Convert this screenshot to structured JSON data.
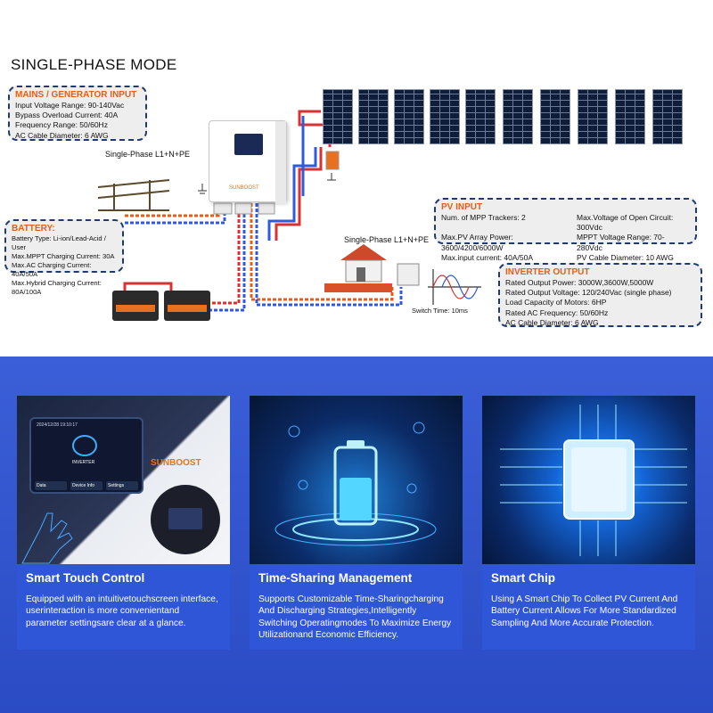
{
  "diagram": {
    "title": "SINGLE-PHASE MODE",
    "mains": {
      "heading": "MAINS / GENERATOR INPUT",
      "lines": [
        "Input Voltage Range: 90-140Vac",
        "Bypass Overload Current: 40A",
        "Frequency Range: 50/60Hz",
        "AC Cable Diameter: 6 AWG"
      ]
    },
    "battery": {
      "heading": "BATTERY:",
      "lines": [
        "Battery Type: Li-ion/Lead-Acid / User",
        "Max.MPPT Charging Current: 30A",
        "Max.AC Charging Current: 40A/50A",
        "Max.Hybrid Charging Current: 80A/100A"
      ]
    },
    "pv": {
      "heading": "PV INPUT",
      "lines": [
        "Num. of MPP Trackers: 2",
        "Max.Voltage of Open Circuit: 300Vdc",
        "Max.PV Array Power: 3600/4200/6000W",
        "MPPT Voltage Range: 70-280Vdc",
        "Max.input current: 40A/50A",
        "PV Cable Diameter: 10 AWG"
      ]
    },
    "inverter_output": {
      "heading": "INVERTER OUTPUT",
      "lines": [
        "Rated Output Power: 3000W,3600W,5000W",
        "Rated Output Voltage: 120/240Vac (single phase)",
        "Load Capacity of Motors: 6HP",
        "Rated AC Frequency: 50/60Hz",
        "AC Cable Diameter: 6 AWG"
      ]
    },
    "grid_label": "Single-Phase L1+N+PE",
    "home_label": "Single-Phase L1+N+PE",
    "switch_time": "Switch Time: 10ms",
    "inverter_brand": "SUNBOOST"
  },
  "features": [
    {
      "title": "Smart Touch Control",
      "text": "Equipped with an intuitivetouchscreen interface, userinteraction is more convenientand parameter settingsare clear at a glance."
    },
    {
      "title": "Time-Sharing Management",
      "text": "Supports Customizable Time-Sharingcharging And Discharging Strategies,Intelligently Switching Operatingmodes To Maximize Energy Utilizationand Economic Efficiency."
    },
    {
      "title": "Smart Chip",
      "text": "Using A Smart Chip To Collect PV Current And Battery Current Allows For More Standardized Sampling And More Accurate Protection."
    }
  ],
  "touch_image": {
    "brand": "SUNBOOST",
    "timestamp": "2024/12/28 19:10:17",
    "center_label": "INVERTER",
    "buttons": [
      "Data",
      "Device Info",
      "Settings"
    ]
  },
  "colors": {
    "accent_orange": "#e0601a",
    "card_blue": "#2f56d6",
    "border_navy": "#1e3a6e"
  }
}
